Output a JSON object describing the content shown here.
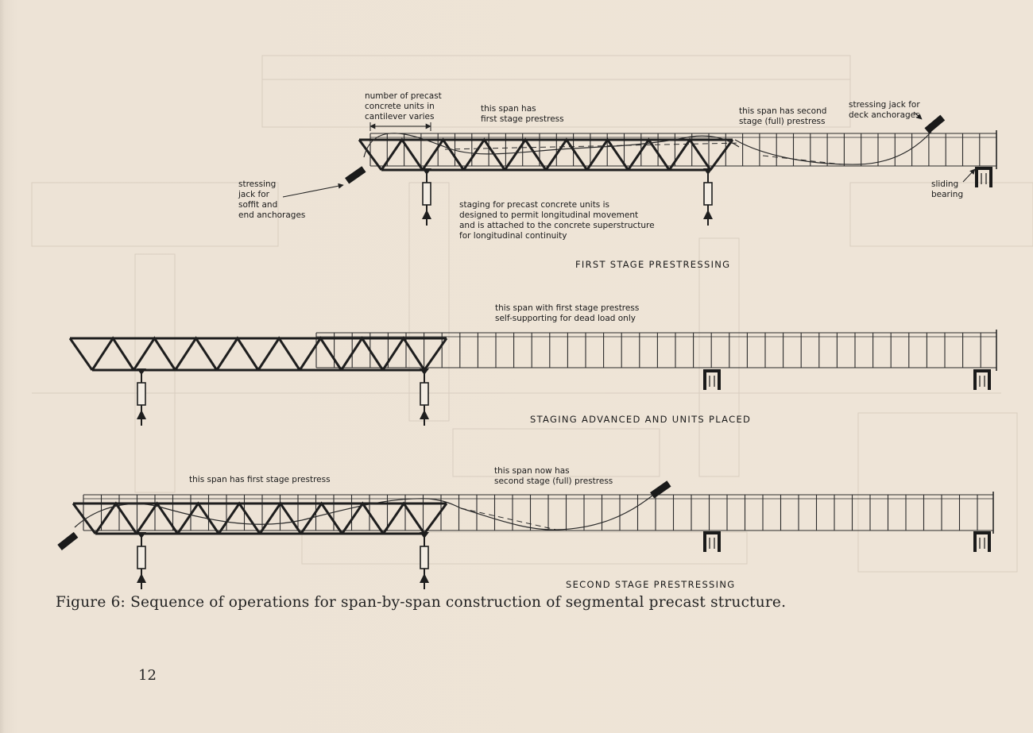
{
  "stage1": {
    "title": "FIRST STAGE PRESTRESSING",
    "label_units": [
      "number of precast",
      "concrete units in",
      "cantilever varies"
    ],
    "label_span_first": [
      "this span has",
      "first stage prestress"
    ],
    "label_span_second": [
      "this span has second",
      "stage (full) prestress"
    ],
    "label_deck_jack": [
      "stressing jack for",
      "deck anchorages"
    ],
    "label_soffit_jack": [
      "stressing",
      "jack for",
      "soffit and",
      "end anchorages"
    ],
    "label_staging": [
      "staging for precast concrete units is",
      "designed to permit longitudinal movement",
      "and is attached to the concrete superstructure",
      "for longitudinal continuity"
    ],
    "label_bearing": [
      "sliding",
      "bearing"
    ]
  },
  "stage2": {
    "title": "STAGING ADVANCED AND UNITS PLACED",
    "label_span": [
      "this span with first stage prestress",
      "self-supporting for dead load only"
    ]
  },
  "stage3": {
    "title": "SECOND STAGE PRESTRESSING",
    "label_left": "this span has first stage prestress",
    "label_right": [
      "this span now has",
      "second stage (full) prestress"
    ]
  },
  "caption": "Figure 6: Sequence of operations for span-by-span construction of segmental precast structure.",
  "page_number": "12"
}
